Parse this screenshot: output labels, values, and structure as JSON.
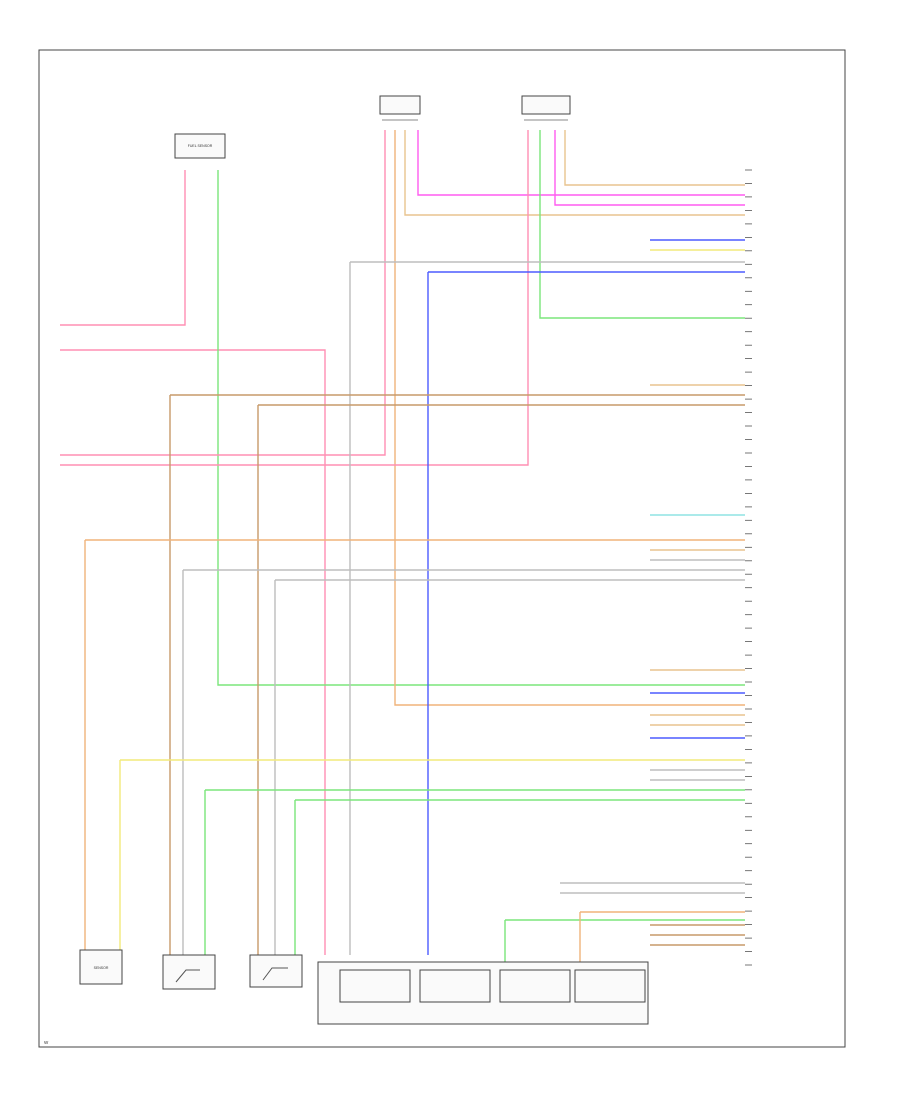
{
  "diagram": {
    "page_id": "W",
    "top_connectors": [
      {
        "id": "top-left-sensor",
        "label": "FUEL SENSOR"
      },
      {
        "id": "top-mid-switch"
      },
      {
        "id": "top-right-switch"
      }
    ],
    "bottom_components": [
      {
        "id": "comp-1",
        "label": "SENSOR"
      },
      {
        "id": "comp-2"
      },
      {
        "id": "comp-3"
      }
    ],
    "module_block": {
      "cells": [
        "",
        "",
        "",
        ""
      ]
    },
    "right_connector": {
      "pins": 60
    },
    "wire_colors": {
      "pink": "#ff8fb3",
      "magenta": "#ff5cf0",
      "green": "#7be57b",
      "blue": "#4d5cff",
      "brown": "#c79a6a",
      "tan": "#e8c48f",
      "yellow": "#f2ea7a",
      "orange": "#f0b37a",
      "grey": "#bdbdbd",
      "cyan": "#8fe3e3"
    }
  }
}
